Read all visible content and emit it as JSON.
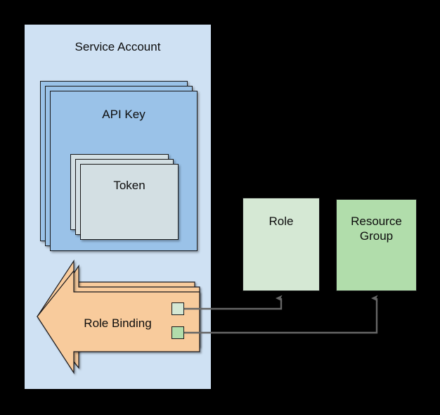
{
  "diagram": {
    "title_hidden": "",
    "background_color": "#000000",
    "service_account": {
      "label": "Service Account",
      "fill": "#cfe1f3"
    },
    "api_key": {
      "label": "API Key",
      "fill": "#9ac2e8",
      "stack_count": 3
    },
    "token": {
      "label": "Token",
      "fill": "#d3dfe3",
      "stack_count": 3
    },
    "role_binding": {
      "label": "Role Binding",
      "fill": "#f8cb9c",
      "stack_count": 3,
      "shape": "left-pointing-arrow"
    },
    "ports": {
      "role_port_fill": "#d5e8d4",
      "resource_port_fill": "#b1ddab"
    },
    "role": {
      "label": "Role",
      "fill": "#d5e8d4"
    },
    "resource_group": {
      "label_line1": "Resource",
      "label_line2": "Group",
      "fill": "#b1ddab"
    },
    "edges": [
      {
        "name": "role-binding-to-role",
        "from": "role-port",
        "to": "role",
        "stroke": "#666666"
      },
      {
        "name": "role-binding-to-resource-group",
        "from": "resource-port",
        "to": "resource-group",
        "stroke": "#666666"
      }
    ],
    "stroke_color": "#19191a"
  }
}
